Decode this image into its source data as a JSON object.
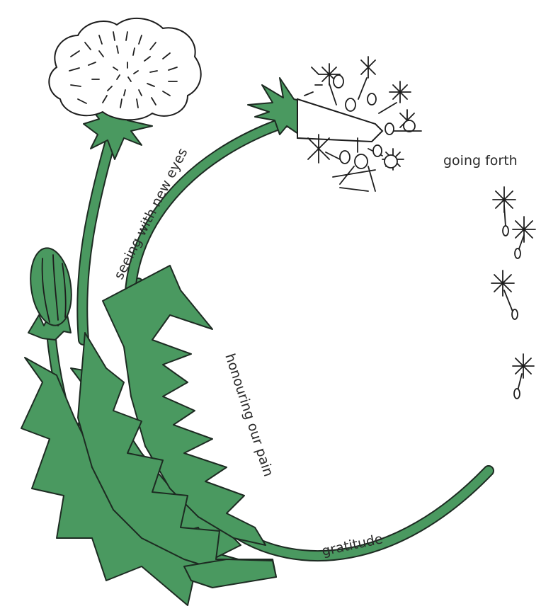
{
  "stages": {
    "new_eyes": "seeing with new eyes",
    "pain": "honouring our pain",
    "gratitude": "gratitude",
    "forth": "going forth"
  },
  "colors": {
    "leaf_green": "#4a9960",
    "outline": "#1d2b22",
    "text": "#2a2a2a"
  }
}
